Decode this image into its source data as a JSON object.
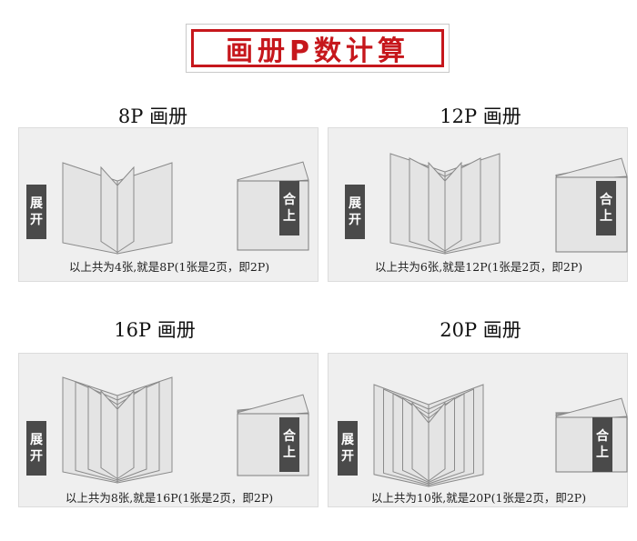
{
  "title": "画册P数计算",
  "label_open": [
    "展",
    "开"
  ],
  "label_closed": [
    "合",
    "上"
  ],
  "panels": [
    {
      "heading": "8P 画册",
      "caption": "以上共为4张,就是8P(1张是2页，即2P)",
      "sheets": 4
    },
    {
      "heading": "12P 画册",
      "caption": "以上共为6张,就是12P(1张是2页，即2P)",
      "sheets": 6
    },
    {
      "heading": "16P 画册",
      "caption": "以上共为8张,就是16P(1张是2页，即2P)",
      "sheets": 8
    },
    {
      "heading": "20P 画册",
      "caption": "以上共为10张,就是20P(1张是2页，即2P)",
      "sheets": 10
    }
  ]
}
